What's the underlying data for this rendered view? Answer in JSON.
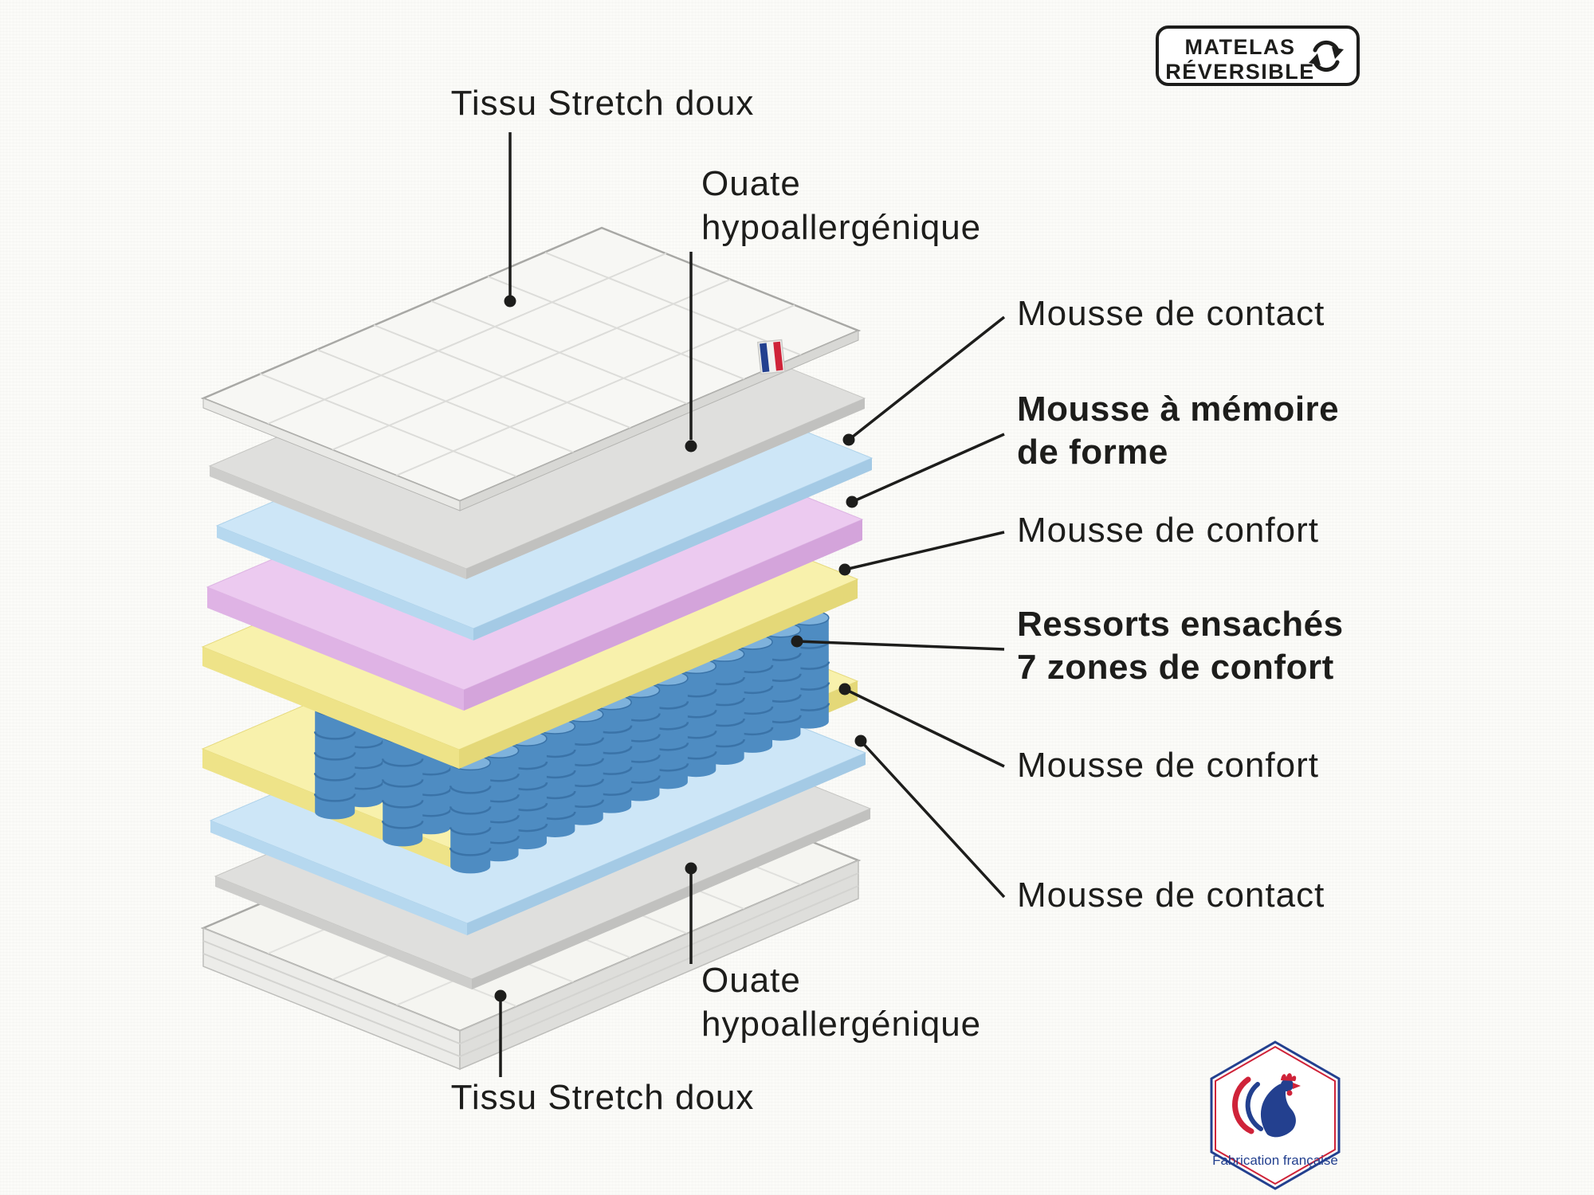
{
  "reversible_badge": {
    "line1": "MATELAS",
    "line2": "RÉVERSIBLE"
  },
  "made_in_badge": {
    "label": "Fabrication française"
  },
  "labels": {
    "tissu_top": "Tissu Stretch doux",
    "ouate_top_1": "Ouate",
    "ouate_top_2": "hypoallergénique",
    "contact_top": "Mousse de contact",
    "memoire_1": "Mousse à mémoire",
    "memoire_2": "de forme",
    "confort_top": "Mousse de confort",
    "ressorts_1": "Ressorts ensachés",
    "ressorts_2": "7 zones de confort",
    "confort_bottom": "Mousse de confort",
    "contact_bottom": "Mousse de contact",
    "ouate_bottom_1": "Ouate",
    "ouate_bottom_2": "hypoallergénique",
    "tissu_bottom": "Tissu Stretch doux"
  },
  "colors": {
    "text": "#1d1d1b",
    "callout": "#1d1d1b",
    "tissu_top_face": "#f7f7f4",
    "ouate_face": "#dfdfdd",
    "contact_face": "#cde6f7",
    "memoire_face": "#eccaf0",
    "confort_face": "#f8f1ac",
    "tissu_bottom_face": "#f5f5f1",
    "spring_body": "#4e8cc2",
    "spring_top": "#7eb2dc",
    "spring_stripe": "#3a73a8",
    "flag_blue": "#23408f",
    "flag_red": "#cf2339"
  }
}
